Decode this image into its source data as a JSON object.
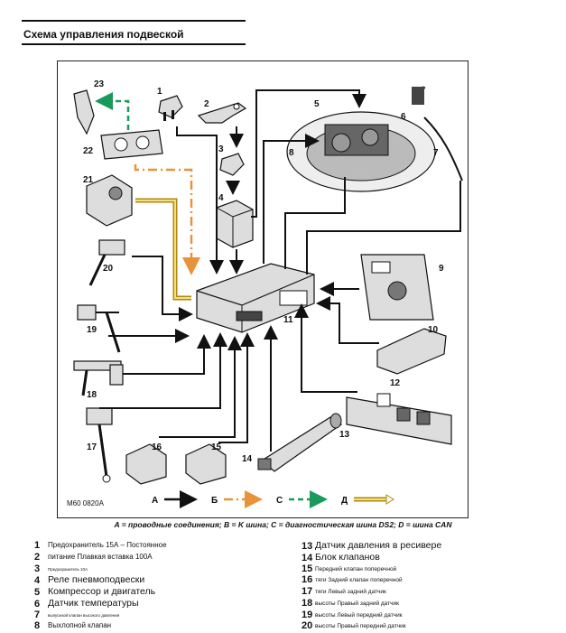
{
  "title": "Схема управления подвеской",
  "diagram": {
    "reference": "M60 0820A",
    "component_numbers": [
      "1",
      "2",
      "3",
      "4",
      "5",
      "6",
      "7",
      "8",
      "9",
      "10",
      "11",
      "12",
      "13",
      "14",
      "15",
      "16",
      "17",
      "18",
      "19",
      "20",
      "21",
      "22",
      "23"
    ],
    "key": [
      {
        "letter": "A",
        "style": "solid",
        "color": "#111111"
      },
      {
        "letter": "Б",
        "style": "dash-dot",
        "color": "#e8923a"
      },
      {
        "letter": "C",
        "style": "dashed",
        "color": "#1a9a5a"
      },
      {
        "letter": "Д",
        "style": "double",
        "color": "#e8c030"
      }
    ]
  },
  "caption": "A = проводные соединения; B = K шина; C = диагностическая шина DS2; D = шина CAN",
  "legend_left": [
    {
      "num": "1",
      "text": "Предохранитель 15А – Постоянное",
      "size": "normal"
    },
    {
      "num": "2",
      "text": "питание Плавкая вставка 100А",
      "size": "normal"
    },
    {
      "num": "3",
      "text": "Предохранитель 10А",
      "size": "tiny"
    },
    {
      "num": "4",
      "text": "Реле пневмоподвески",
      "size": "big"
    },
    {
      "num": "5",
      "text": "Компрессор и двигатель",
      "size": "big"
    },
    {
      "num": "6",
      "text": "Датчик температуры",
      "size": "big"
    },
    {
      "num": "7",
      "text": "выпускной клапан высокого давления",
      "size": "tiny"
    },
    {
      "num": "8",
      "text": "Выхлопной клапан",
      "size": "normal"
    }
  ],
  "legend_right": [
    {
      "num": "13",
      "text": "Датчик давления в ресивере",
      "size": "big"
    },
    {
      "num": "14",
      "text": "Блок клапанов",
      "size": "big"
    },
    {
      "num": "15",
      "text": "Передний клапан поперечной",
      "size": "small"
    },
    {
      "num": "16",
      "text": "тяги Задний клапан поперечной",
      "size": "small"
    },
    {
      "num": "17",
      "text": "тяги Левый задний датчик",
      "size": "small"
    },
    {
      "num": "18",
      "text": "высоты Правый задний датчик",
      "size": "small"
    },
    {
      "num": "19",
      "text": "высоты Левый передний датчик",
      "size": "small"
    },
    {
      "num": "20",
      "text": "высоты Правый передний датчик",
      "size": "small"
    }
  ]
}
